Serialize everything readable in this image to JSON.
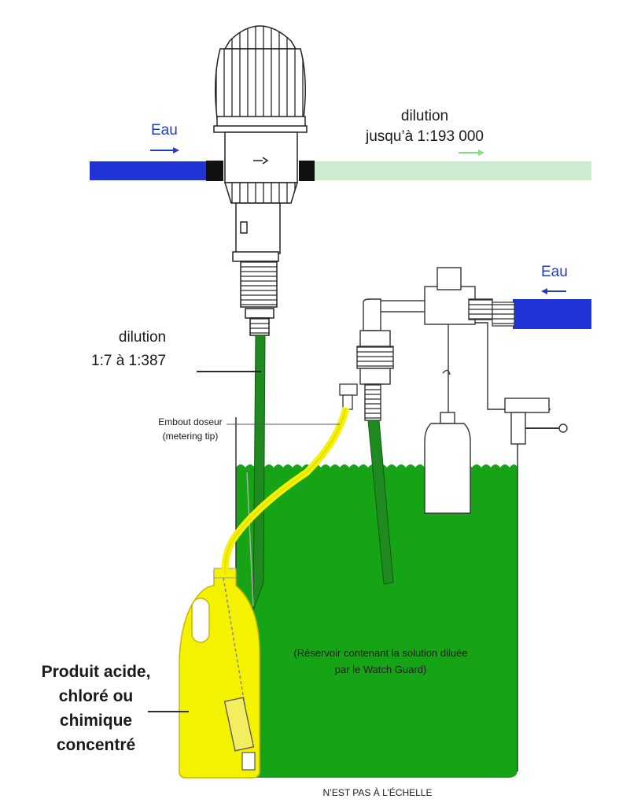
{
  "labels": {
    "eau_inlet": "Eau",
    "dilution_out_line1": "dilution",
    "dilution_out_line2": "jusqu’à  1:193 000",
    "eau_float": "Eau",
    "dilution_range_line1": "dilution",
    "dilution_range_line2": "1:7  à  1:387",
    "tip_line1": "Embout doseur",
    "tip_line2": "(metering tip)",
    "reservoir_line1": "(Réservoir contenant la solution diluée",
    "reservoir_line2": "par le Watch Guard)",
    "product_line1": "Produit acide,",
    "product_line2": "chloré ou",
    "product_line3": "chimique",
    "product_line4": "concentré",
    "scale_note": "N’EST PAS À L’ÉCHELLE"
  },
  "colors": {
    "water_pipe": "#1f33d6",
    "diluted_pipe": "#cdeccf",
    "solution": "#16a416",
    "hose_green": "#1f8a1f",
    "concentrate": "#f5f200",
    "arrow_blue": "#1f3fbf",
    "arrow_green": "#7fe07f"
  }
}
